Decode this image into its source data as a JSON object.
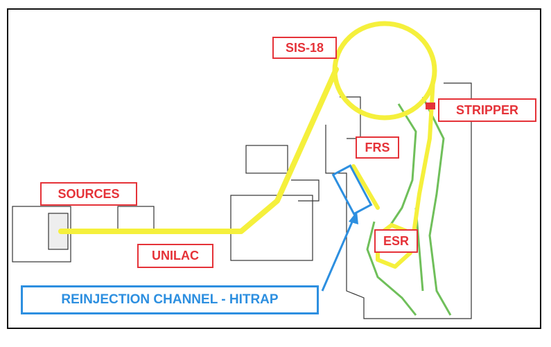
{
  "labels": {
    "sis18": "SIS-18",
    "stripper": "STRIPPER",
    "frs": "FRS",
    "sources": "SOURCES",
    "unilac": "UNILAC",
    "esr": "ESR",
    "reinjection": "REINJECTION CHANNEL - HITRAP"
  },
  "colors": {
    "beamline": "#f5f03c",
    "label_red": "#e53238",
    "label_blue": "#2d8fe0",
    "building_outline": "#333333",
    "experimental_lines": "#6fbf5a"
  }
}
